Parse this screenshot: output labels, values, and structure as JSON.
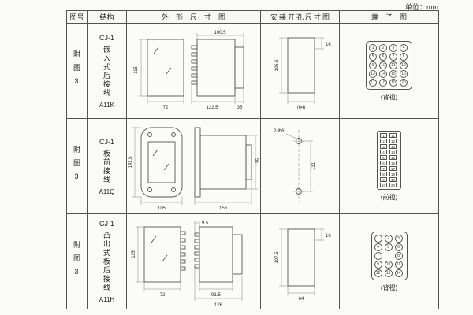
{
  "page": {
    "unit_label": "单位：mm"
  },
  "headers": {
    "fig": "图号",
    "structure": "结构",
    "outline": "外形尺寸图",
    "mounting": "安装开孔尺寸图",
    "terminal": "端子图"
  },
  "rows": [
    {
      "fig_no": "附图3",
      "model": "CJ-1",
      "desc": "嵌入式后接线",
      "code": "A11K",
      "outline": {
        "height": "115",
        "width": "72",
        "body_depth": "100.5",
        "total_depth": "122.5",
        "rear_depth": "35"
      },
      "mounting": {
        "cut_height": "105.5",
        "corner": "16",
        "cut_width": "(64)"
      },
      "terminal": {
        "view_label": "(背视)",
        "numbers": [
          1,
          2,
          3,
          4,
          5,
          6,
          7,
          8,
          9,
          10,
          11,
          12,
          13,
          14,
          15,
          16,
          17,
          18,
          19,
          20
        ]
      }
    },
    {
      "fig_no": "附图3",
      "model": "CJ-1",
      "desc": "板前接线",
      "code": "A11Q",
      "outline": {
        "height": "141.5",
        "width": "105",
        "total_depth": "156",
        "body_height": "135"
      },
      "mounting": {
        "holes": "2-Φ6",
        "spacing": "131"
      },
      "terminal": {
        "view_label": "(前视)",
        "numbers": [
          1,
          11,
          2,
          12,
          3,
          13,
          4,
          14,
          5,
          15,
          6,
          16,
          7,
          17,
          8,
          18,
          9,
          19,
          10,
          20
        ]
      }
    },
    {
      "fig_no": "附图3",
      "model": "CJ-1",
      "desc": "凸出式板后接线",
      "code": "A11H",
      "outline": {
        "height": "115",
        "width": "72",
        "pin_depth": "9.5",
        "body_depth": "91.5",
        "total_depth": "126"
      },
      "mounting": {
        "cut_height": "107.5",
        "corner": "16",
        "cut_width": "64"
      },
      "terminal": {
        "view_label": "(背视)",
        "numbers": [
          1,
          2,
          3,
          4,
          5,
          6,
          7,
          null,
          8,
          9,
          10,
          11,
          12,
          13,
          14
        ]
      }
    }
  ]
}
